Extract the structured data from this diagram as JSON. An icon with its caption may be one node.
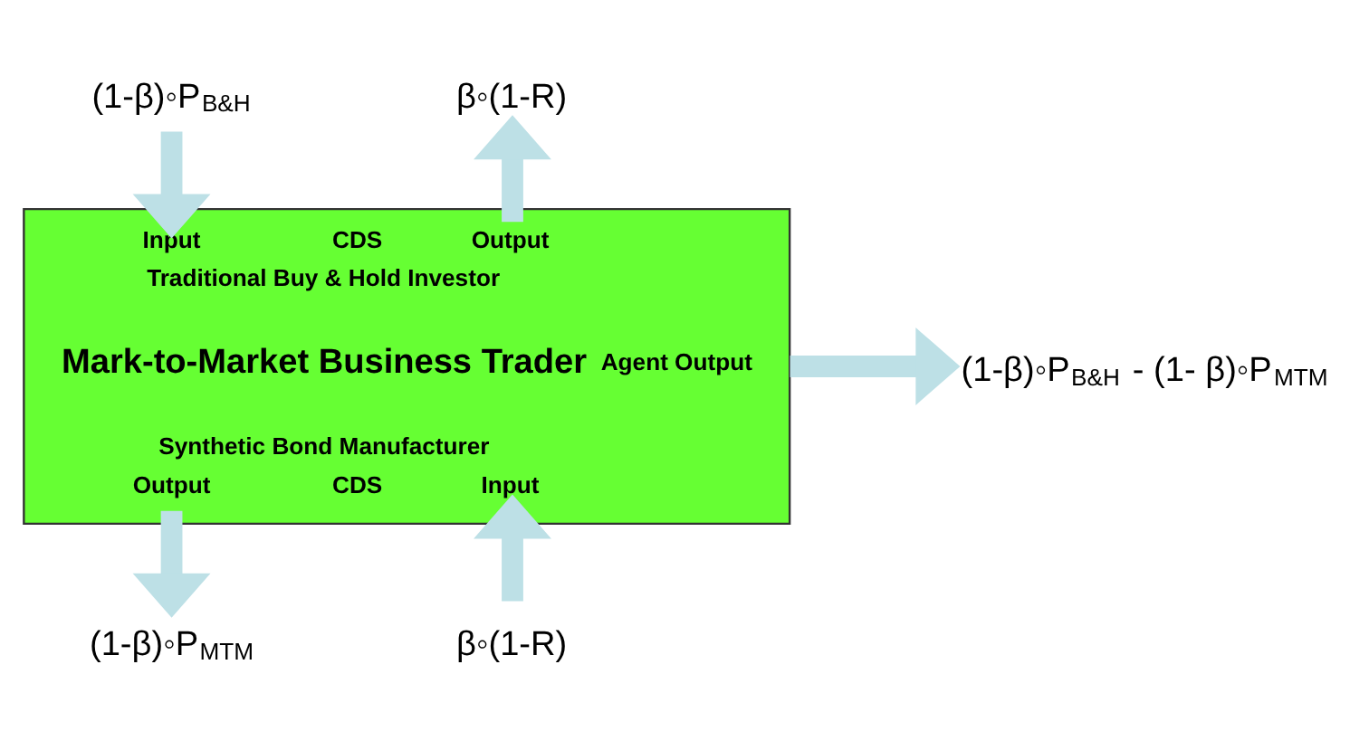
{
  "diagram": {
    "nodes": [
      {
        "text": [
          "Input",
          "CDS",
          "Output",
          "Traditional Buy & Hold Investor",
          "Mark-to-Market Business Trader",
          "Synthetic Bond Manufacturer",
          "Output",
          "CDS",
          "Input",
          "Agent Output"
        ]
      },
      {
        "text": [
          "(1-β)◦P$_{B&H}$"
        ]
      },
      {
        "text": [
          "β◦(1-R)"
        ]
      },
      {
        "text": [
          "(1-β)◦P$_{B&H}$ - (1- β)◦P$_{MTM}$"
        ]
      },
      {
        "text": [
          "(1-β)◦P$_{MTM}$"
        ]
      },
      {
        "text": [
          "β◦(1-R)"
        ]
      }
    ],
    "edges": [
      {
        "from": 1,
        "to": 0,
        "arrow": "to"
      },
      {
        "from": 0,
        "to": 2,
        "arrow": "to"
      },
      {
        "from": 0,
        "to": 3,
        "arrow": "to"
      },
      {
        "from": 0,
        "to": 4,
        "arrow": "to"
      },
      {
        "from": 5,
        "to": 0,
        "arrow": "to"
      }
    ]
  }
}
